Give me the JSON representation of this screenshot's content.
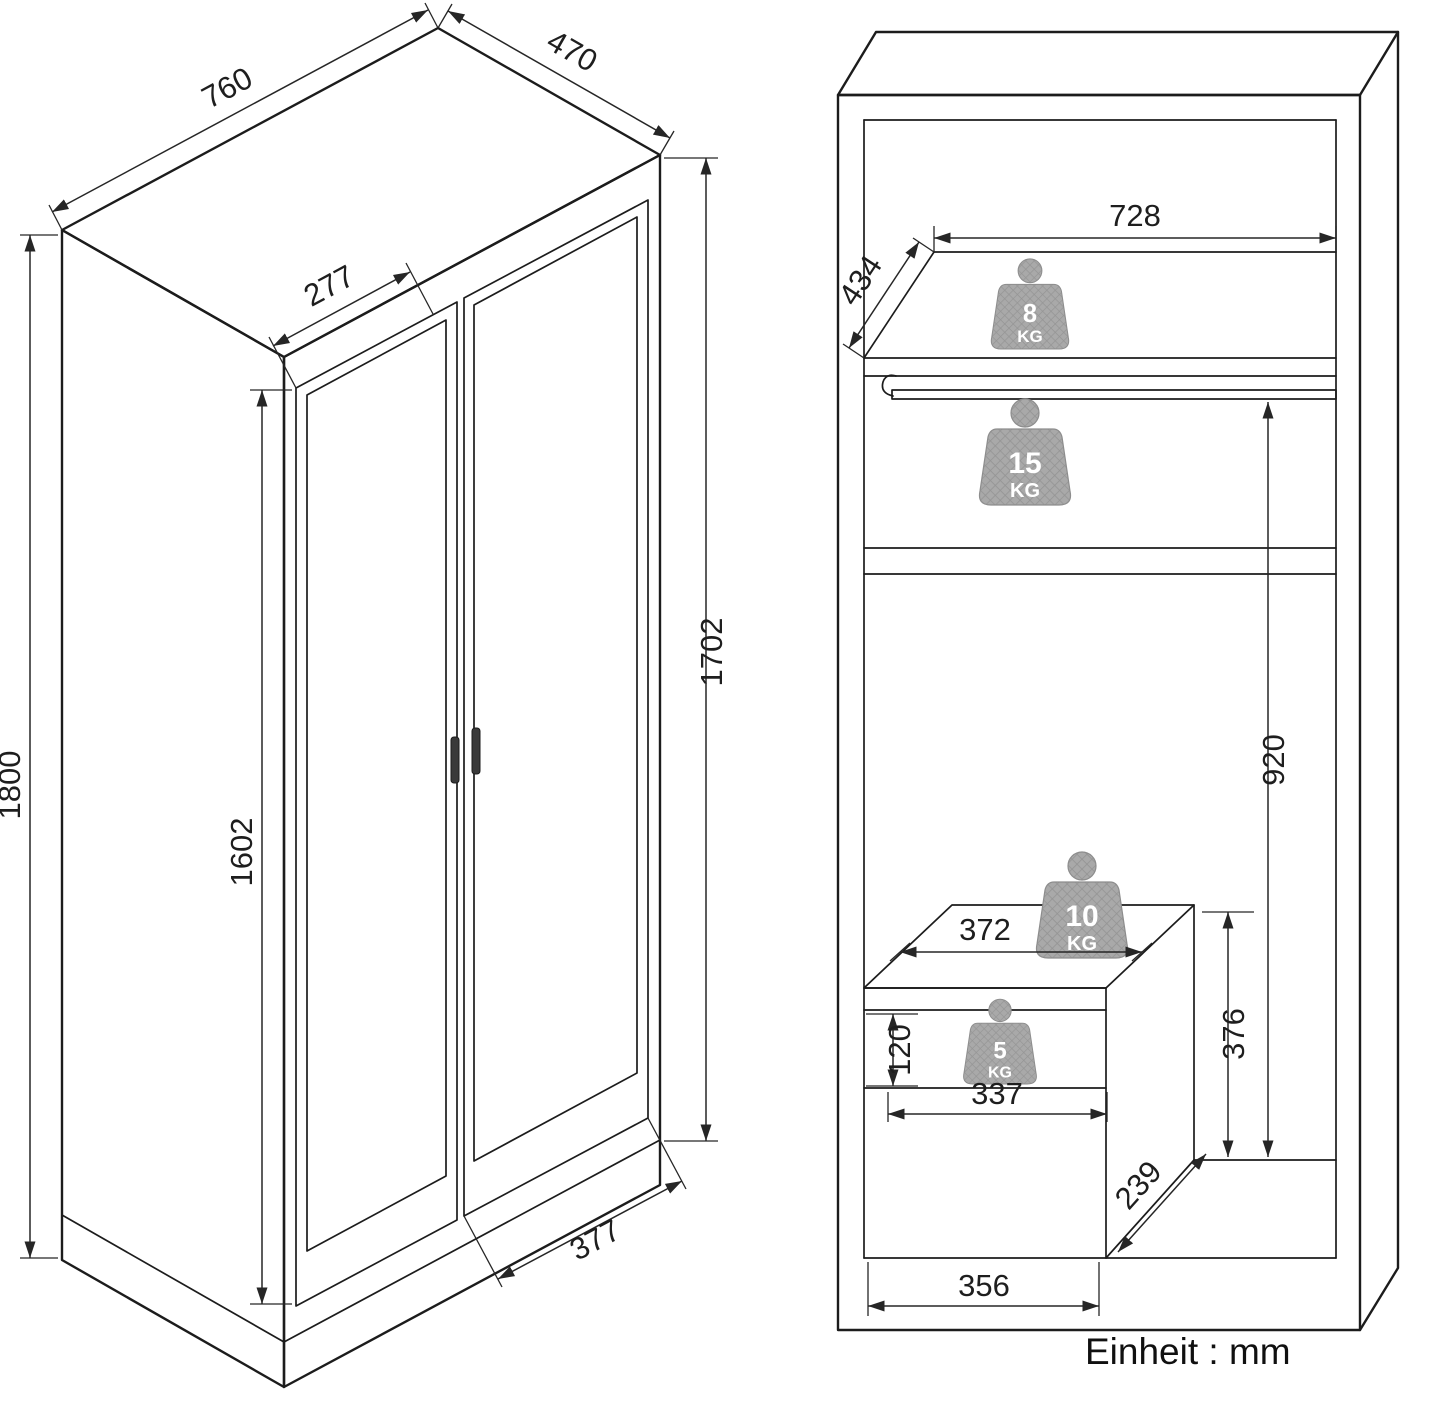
{
  "page": {
    "units_note": "Einheit : mm"
  },
  "left_view": {
    "dims": {
      "top_width": "760",
      "top_depth": "470",
      "left_door_width": "277",
      "total_height": "1800",
      "door_height": "1602",
      "front_height": "1702",
      "right_door_width": "377"
    }
  },
  "right_view": {
    "dims": {
      "top_shelf_depth": "434",
      "top_shelf_width": "728",
      "hanging_space_height": "920",
      "cabinet_top_width": "372",
      "drawer_height": "120",
      "right_compartment_height": "376",
      "drawer_opening_width": "337",
      "bottom_compartment_depth": "239",
      "bottom_compartment_width": "356"
    },
    "load_ratings": {
      "top_shelf": {
        "value": "8",
        "unit": "KG"
      },
      "clothes_rail": {
        "value": "15",
        "unit": "KG"
      },
      "cabinet_top": {
        "value": "10",
        "unit": "KG"
      },
      "drawer": {
        "value": "5",
        "unit": "KG"
      }
    }
  }
}
